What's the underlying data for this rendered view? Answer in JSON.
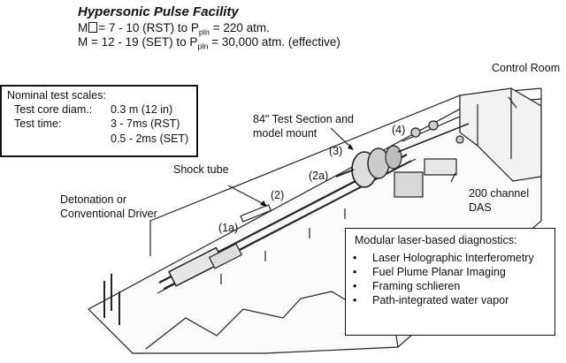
{
  "header": {
    "title": "Hypersonic Pulse Facility",
    "line1_a": "M",
    "line1_b": "= 7 - 10 (RST)  to P",
    "line1_sub": "pln",
    "line1_c": " = 220 atm.",
    "line2_a": "M  = 12 - 19 (SET) to P",
    "line2_sub": "pln",
    "line2_c": " = 30,000 atm. (effective)"
  },
  "scales": {
    "heading": "Nominal test scales:",
    "core_label": "Test core diam.:",
    "core_value": "0.3 m (12 in)",
    "time_label": "Test time:",
    "time_rst": "3 - 7ms (RST)",
    "time_set": "0.5 - 2ms (SET)"
  },
  "labels": {
    "control_room": "Control Room",
    "test_section_1": "84\" Test Section and",
    "test_section_2": "model mount",
    "shock_tube": "Shock tube",
    "driver_1": "Detonation or",
    "driver_2": "Conventional Driver",
    "das_1": "200 channel",
    "das_2": "DAS",
    "n1a": "(1a)",
    "n2": "(2)",
    "n2a": "(2a)",
    "n3": "(3)",
    "n4": "(4)"
  },
  "diagnostics": {
    "heading": "Modular laser-based diagnostics:",
    "bullet": "•",
    "items": [
      "Laser Holographic Interferometry",
      "Fuel Plume Planar Imaging",
      "Framing schlieren",
      "Path-integrated water vapor"
    ]
  }
}
